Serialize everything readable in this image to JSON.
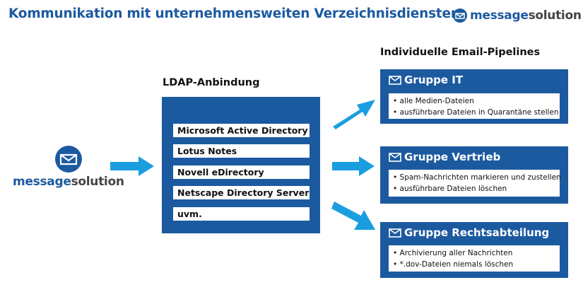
{
  "header": {
    "title": "Kommunikation mit unternehmensweiten Verzeichnisdiensten",
    "logo": {
      "part1": "message",
      "part2": "solution",
      "icon": "envelope-circle-icon"
    }
  },
  "source_logo": {
    "part1": "message",
    "part2": "solution",
    "icon": "envelope-circle-icon"
  },
  "ldap": {
    "heading": "LDAP-Anbindung",
    "items": [
      "Microsoft Active Directory",
      "Lotus Notes",
      "Novell eDirectory",
      "Netscape Directory Server",
      "uvm."
    ]
  },
  "pipelines": {
    "heading": "Individuelle Email-Pipelines",
    "groups": [
      {
        "name": "Gruppe IT",
        "lines": [
          "• alle Medien-Dateien",
          "• ausführbare Dateien in Quarantäne stellen"
        ]
      },
      {
        "name": "Gruppe Vertrieb",
        "lines": [
          "• Spam-Nachrichten markieren und zustellen",
          "• ausführbare Dateien löschen"
        ]
      },
      {
        "name": "Gruppe Rechtsabteilung",
        "lines": [
          "• Archivierung aller Nachrichten",
          "• *.dov-Dateien niemals löschen"
        ]
      }
    ]
  },
  "colors": {
    "primary": "#1c5aa0",
    "arrow": "#1a9ee0",
    "text": "#111111",
    "gray": "#444444"
  }
}
